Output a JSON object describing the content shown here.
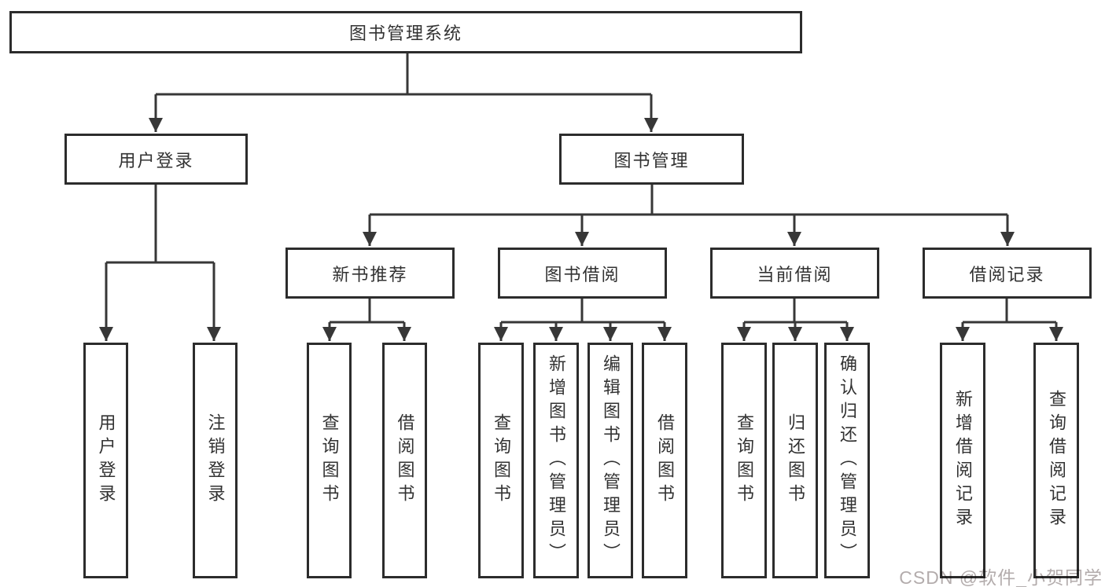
{
  "root": {
    "label": "图书管理系统"
  },
  "level2": {
    "user_login": {
      "label": "用户登录"
    },
    "book_mgmt": {
      "label": "图书管理"
    }
  },
  "level3": {
    "new_book_rec": {
      "label": "新书推荐"
    },
    "book_borrow": {
      "label": "图书借阅"
    },
    "current_borrow": {
      "label": "当前借阅"
    },
    "borrow_records": {
      "label": "借阅记录"
    }
  },
  "leaves": {
    "ul_login": {
      "label": "用户登录"
    },
    "ul_logout": {
      "label": "注销登录"
    },
    "nb_query_book": {
      "label": "查询图书"
    },
    "nb_borrow_book": {
      "label": "借阅图书"
    },
    "bb_query_book": {
      "label": "查询图书"
    },
    "bb_add_book_admin": {
      "label": "新增图书（管理员）"
    },
    "bb_edit_book_admin": {
      "label": "编辑图书（管理员）"
    },
    "bb_borrow_book": {
      "label": "借阅图书"
    },
    "cb_query_book": {
      "label": "查询图书"
    },
    "cb_return_book": {
      "label": "归还图书"
    },
    "cb_confirm_return_admin": {
      "label": "确认归还（管理员）"
    },
    "br_add_record": {
      "label": "新增借阅记录"
    },
    "br_query_record": {
      "label": "查询借阅记录"
    }
  },
  "watermark": {
    "text": "CSDN @软件_小贺同学"
  },
  "colors": {
    "line": "#373737",
    "box_border": "#2c2c2c",
    "text": "#323232",
    "watermark": "#b3acac",
    "background": "#ffffff"
  }
}
